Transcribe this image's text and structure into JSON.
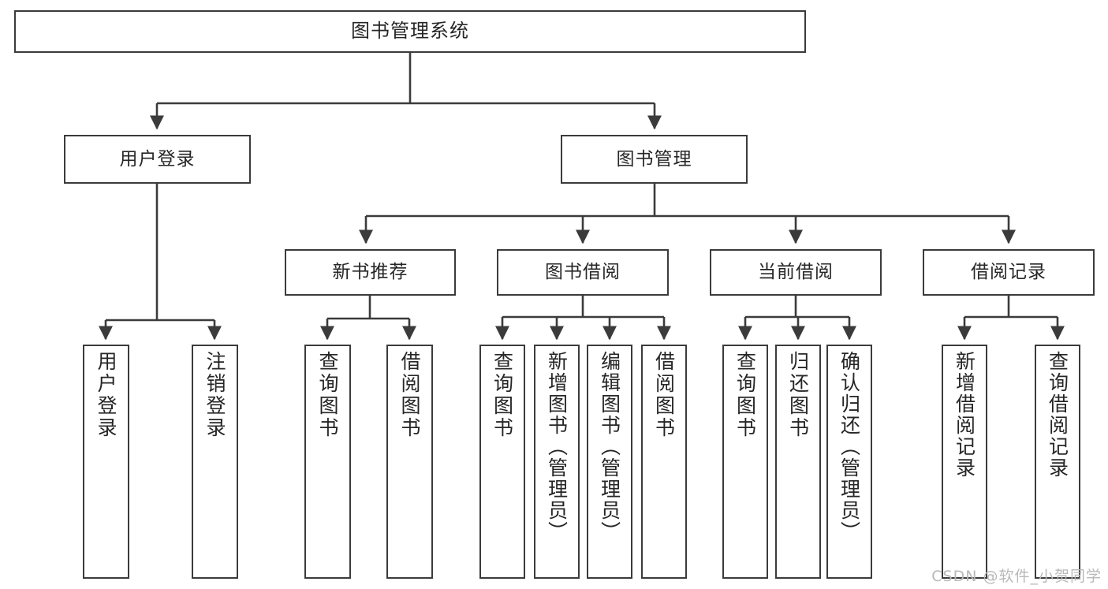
{
  "diagram": {
    "type": "tree",
    "title": "图书管理系统",
    "orientation": "top-down",
    "colors": {
      "box_border": "#3b3b3b",
      "box_fill": "#ffffff",
      "connector": "#3b3b3b",
      "text": "#262626",
      "watermark": "#b9b9b9"
    },
    "levels": 4
  },
  "nodes": {
    "root": {
      "label": "图书管理系统"
    },
    "level2": [
      {
        "id": "user-login",
        "label": "用户登录"
      },
      {
        "id": "book-manage",
        "label": "图书管理"
      }
    ],
    "level3": [
      {
        "id": "new-book-recommend",
        "label": "新书推荐"
      },
      {
        "id": "book-borrow",
        "label": "图书借阅"
      },
      {
        "id": "current-borrow",
        "label": "当前借阅"
      },
      {
        "id": "borrow-record",
        "label": "借阅记录"
      }
    ],
    "leaves": {
      "user-login": [
        {
          "id": "leaf-user-login",
          "label": "用户登录"
        },
        {
          "id": "leaf-user-logout",
          "label": "注销登录"
        }
      ],
      "new-book-recommend": [
        {
          "id": "leaf-query-book-1",
          "label": "查询图书"
        },
        {
          "id": "leaf-borrow-book-1",
          "label": "借阅图书"
        }
      ],
      "book-borrow": [
        {
          "id": "leaf-query-book-2",
          "label": "查询图书"
        },
        {
          "id": "leaf-add-book",
          "label": "新增图书（管理员）"
        },
        {
          "id": "leaf-edit-book",
          "label": "编辑图书（管理员）"
        },
        {
          "id": "leaf-borrow-book-2",
          "label": "借阅图书"
        }
      ],
      "current-borrow": [
        {
          "id": "leaf-query-book-3",
          "label": "查询图书"
        },
        {
          "id": "leaf-return-book",
          "label": "归还图书"
        },
        {
          "id": "leaf-confirm-return",
          "label": "确认归还（管理员）"
        }
      ],
      "borrow-record": [
        {
          "id": "leaf-add-record",
          "label": "新增借阅记录"
        },
        {
          "id": "leaf-query-record",
          "label": "查询借阅记录"
        }
      ]
    }
  },
  "watermark": {
    "text": "CSDN @软件_小贺同学"
  }
}
